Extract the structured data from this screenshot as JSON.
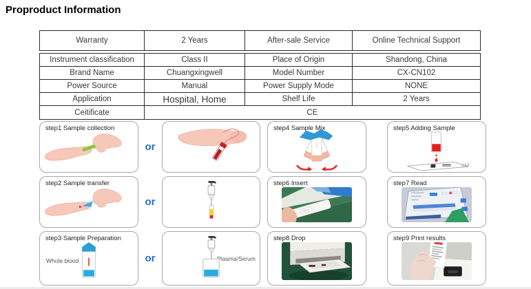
{
  "page": {
    "title": "Proproduct Information"
  },
  "table": {
    "rows": [
      [
        "Warranty",
        "2 Years",
        "After-sale Service",
        "Online Technical Support"
      ],
      [
        "Instrument classification",
        "Class II",
        "Place of Origin",
        "Shandong, China"
      ],
      [
        "Brand Name",
        "Chuangxingwell",
        "Model Number",
        "CX-CN102"
      ],
      [
        "Power Source",
        "Manual",
        "Power Supply Mode",
        "NONE"
      ],
      [
        "Application",
        "Hospital, Home",
        "Shelf Life",
        "2 Years"
      ],
      [
        "Ceitificate",
        "CE"
      ]
    ]
  },
  "steps": {
    "or_label": "or",
    "cards": {
      "step1": "step1 Sample collection",
      "step2": "step2 Sample transfer",
      "step3": "step3 Sample Preparation",
      "step4": "step4 Sample Mix",
      "step5": "step5 Adding Sample",
      "step6": "step6 Insert",
      "step7": "step7 Read",
      "step8": "step8 Drop",
      "step9": "step9 Print results"
    },
    "labels": {
      "whole_blood": "Whole blood",
      "plasma_serum": "Plasma/Serum"
    }
  },
  "colors": {
    "accent_blue": "#2a6cc0",
    "liquid_blue": "#29abe2",
    "blood_red": "#e0201f",
    "table_border": "#2b2b2b"
  }
}
